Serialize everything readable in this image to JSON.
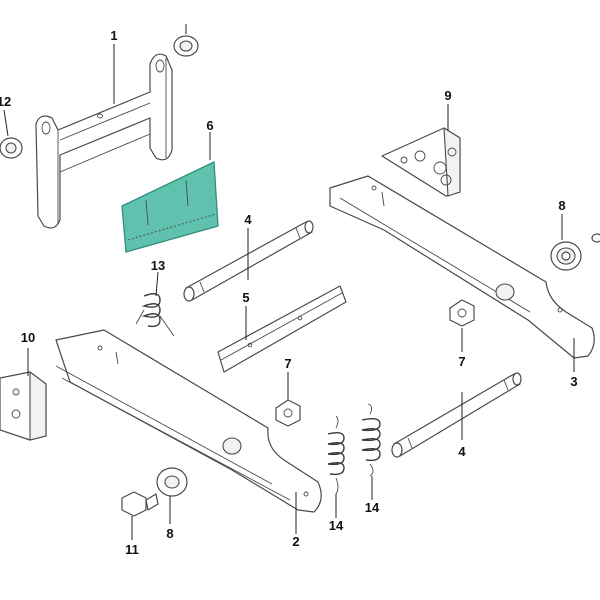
{
  "highlight_color": "#5fc1ae",
  "highlight_stroke": "#2f8f7d",
  "callouts": {
    "c1": "1",
    "c2": "2",
    "c3": "3",
    "c4a": "4",
    "c4b": "4",
    "c5": "5",
    "c6": "6",
    "c7a": "7",
    "c7b": "7",
    "c8a": "8",
    "c8b": "8",
    "c9": "9",
    "c10": "10",
    "c11": "11",
    "c12": "12",
    "c13": "13",
    "c14a": "14",
    "c14b": "14"
  }
}
